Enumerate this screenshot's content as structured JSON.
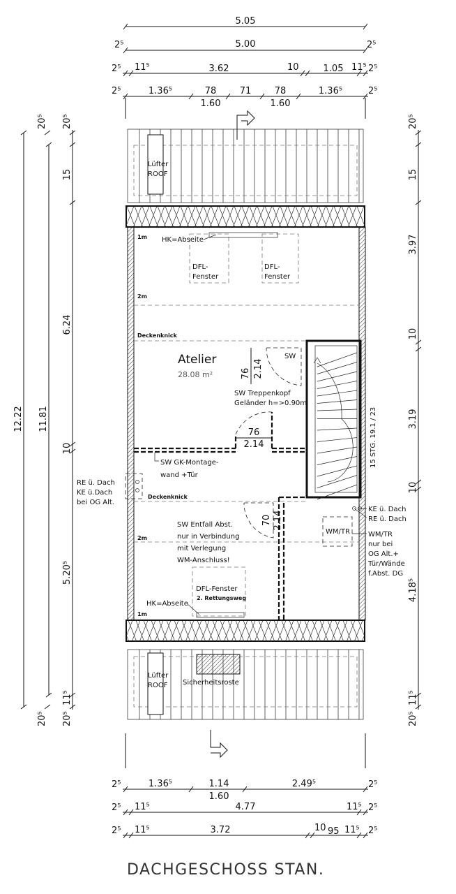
{
  "title": "DACHGESCHOSS STAN.",
  "room": {
    "name": "Atelier",
    "area": "28.08 m²"
  },
  "dims_top": {
    "r1": [
      "5.05"
    ],
    "r2": [
      "2⁵",
      "5.00",
      "2⁵"
    ],
    "r3": [
      "2⁵",
      "11⁵",
      "3.62",
      "10",
      "1.05",
      "11⁵",
      "2⁵"
    ],
    "r4": [
      "2⁵",
      "1.36⁵",
      "78",
      "1.60",
      "71",
      "78",
      "1.60",
      "1.36⁵",
      "2⁵"
    ]
  },
  "dims_bottom": {
    "r1": [
      "2⁵",
      "1.36⁵",
      "1.14",
      "1.60",
      "2.49⁵",
      "2⁵"
    ],
    "r2": [
      "2⁵",
      "11⁵",
      "4.77",
      "11⁵",
      "2⁵"
    ],
    "r3": [
      "2⁵",
      "11⁵",
      "3.72",
      "10",
      "95",
      "11⁵",
      "2⁵"
    ]
  },
  "dims_left": {
    "outer": "12.22",
    "middle": "11.81",
    "inner": [
      "20⁵",
      "15",
      "6.24",
      "10",
      "5.20⁵",
      "11⁵",
      "20⁵"
    ],
    "outer_ext": [
      "20⁵",
      "20⁵"
    ]
  },
  "dims_right": [
    "20⁵",
    "15",
    "3.97",
    "10",
    "3.19",
    "10",
    "4.18⁵",
    "11⁵",
    "20⁵"
  ],
  "labels": {
    "luefter_top": "Lüfter",
    "roof_top": "ROOF",
    "luefter_bottom": "Lüfter",
    "roof_bottom": "ROOF",
    "sicherheitsroste": "Sicherheitsroste",
    "hk_top": "HK=Abseite",
    "hk_bottom": "HK=Abseite",
    "dfl1_a": "DFL-",
    "dfl1_b": "Fenster",
    "dfl2_a": "DFL-",
    "dfl2_b": "Fenster",
    "dfl3": "DFL-Fenster",
    "rettungsweg": "2. Rettungsweg",
    "h1m_top": "1m",
    "h2m_top": "2m",
    "h2m_bottom": "2m",
    "h1m_bottom": "1m",
    "deckenknick1": "Deckenknick",
    "deckenknick2": "Deckenknick",
    "sw": "SW",
    "door1_w": "76",
    "door1_h": "2.14",
    "door2_w": "76",
    "door2_h": "2.14",
    "door3_w": "70",
    "door3_h": "2.14",
    "treppenkopf": "SW Treppenkopf",
    "gelaender": "Geländer h=>0.90m",
    "gk1": "SW GK-Montage-",
    "gk2": "wand +Tür",
    "re_left": "RE ü. Dach",
    "ke_left": "KE ü.Dach",
    "og_left": "bei OG Alt.",
    "entfall": [
      "SW Entfall Abst.",
      "nur in Verbindung",
      "mit Verlegung",
      "WM-Anschluss!"
    ],
    "stairs": "15 STG. 19.1 / 23",
    "ke_right": "KE ü. Dach",
    "re_right": "RE ü. Dach",
    "wmtr": "WM/TR",
    "wmtr_note": [
      "WM/TR",
      "nur bei",
      "OG Alt.+",
      "Tür/Wände",
      "f.Abst. DG"
    ]
  }
}
